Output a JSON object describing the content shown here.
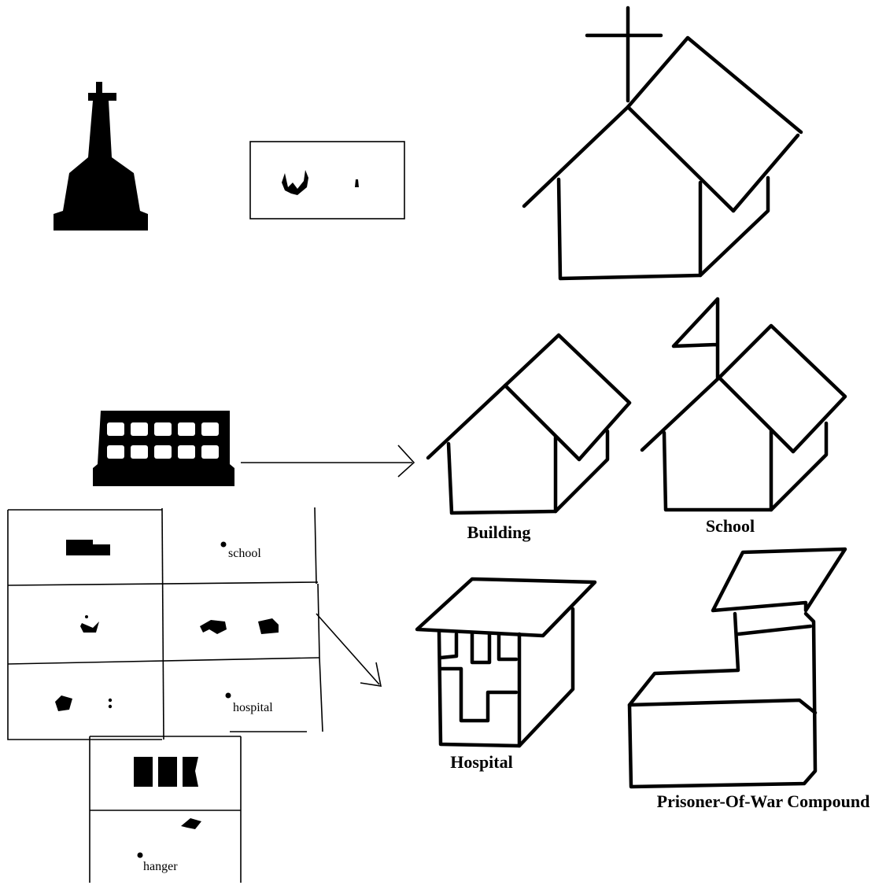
{
  "figures": {
    "building_label": "Building",
    "school_label": "School",
    "hospital_label": "Hospital",
    "pow_label": "Prisoner-Of-War Compound"
  },
  "grid": {
    "school_word": "school",
    "hospital_word": "hospital",
    "hanger_word": "hanger"
  },
  "icons": [
    "church-silhouette-icon",
    "building-silhouette-icon",
    "church-line-icon",
    "building-line-icon",
    "school-line-icon",
    "hospital-line-icon",
    "pow-compound-line-icon"
  ]
}
